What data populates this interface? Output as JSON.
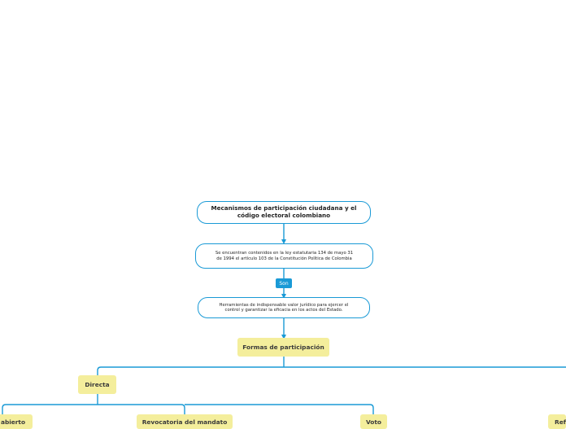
{
  "nodes": {
    "root": "Mecanismos de participación ciudadana y el código electoral colombiano",
    "legal": "Se encuentran contenidos en la ley estatutaria 134 de mayo 31 de 1994 el artículo 103 de la Constitución Política de Colombia",
    "tools": "Herramientas de indispensable valor jurídico para ejercer el control y garantizar la eficacia en los actos del Estado.",
    "forms": "Formas de participación",
    "direct": "Directa",
    "cabildo": "abierto",
    "revocatoria": "Revocatoria del mandato",
    "voto": "Voto",
    "referendo": "Ref"
  },
  "connector_labels": {
    "son": "Son"
  },
  "colors": {
    "line": "#1a9ad6",
    "tag_fill": "#f4ee9c",
    "text": "#222222"
  }
}
